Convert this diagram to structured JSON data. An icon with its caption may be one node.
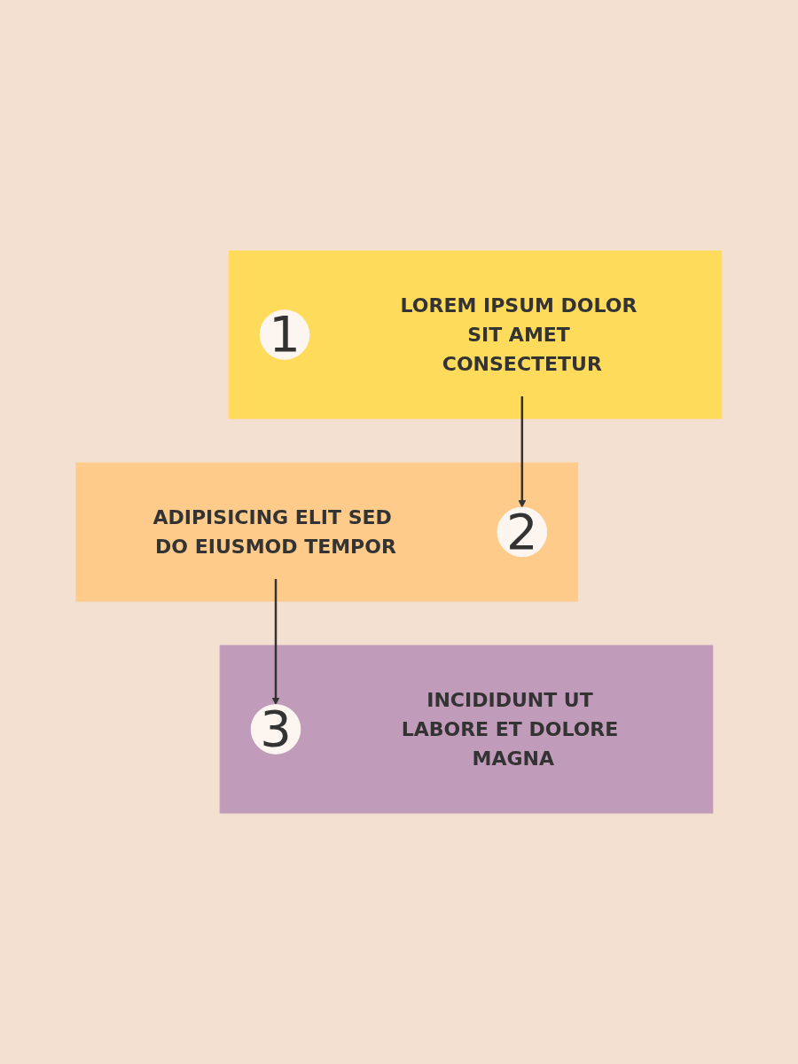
{
  "diagram": {
    "nodes": [
      {
        "text": [],
        "shape": "band"
      },
      {
        "text": [
          "1"
        ],
        "in": 0
      },
      {
        "text": [
          "LOREM IPSUM DOLOR SIT AMET CONSECTETUR"
        ],
        "in": 0
      },
      {
        "text": [],
        "shape": "band"
      },
      {
        "text": [
          "ADIPISICING ELIT SED DO EIUSMOD TEMPOR"
        ],
        "in": 3
      },
      {
        "text": [
          "2"
        ],
        "in": 3
      },
      {
        "text": [],
        "shape": "band"
      },
      {
        "text": [
          "3"
        ],
        "in": 6
      },
      {
        "text": [
          "INCIDIDUNT UT LABORE ET DOLORE MAGNA"
        ],
        "in": 6
      }
    ],
    "edges": [
      {
        "from": 2,
        "to": 5,
        "arrow": "to"
      },
      {
        "from": 4,
        "to": 7,
        "arrow": "to"
      }
    ]
  }
}
